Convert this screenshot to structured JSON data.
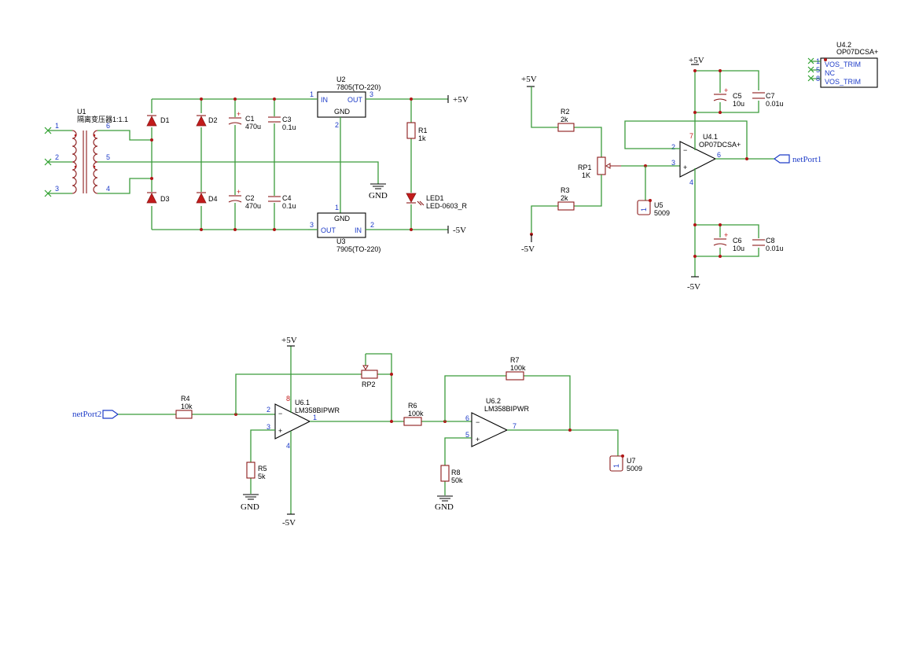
{
  "transformer": {
    "ref": "U1",
    "value": "隔离变压器1:1.1",
    "pins": [
      "1",
      "2",
      "3",
      "6",
      "5",
      "4"
    ]
  },
  "diodes": [
    "D1",
    "D2",
    "D3",
    "D4"
  ],
  "caps": {
    "C1": {
      "ref": "C1",
      "value": "470u"
    },
    "C2": {
      "ref": "C2",
      "value": "470u"
    },
    "C3": {
      "ref": "C3",
      "value": "0.1u"
    },
    "C4": {
      "ref": "C4",
      "value": "0.1u"
    },
    "C5": {
      "ref": "C5",
      "value": "10u"
    },
    "C6": {
      "ref": "C6",
      "value": "10u"
    },
    "C7": {
      "ref": "C7",
      "value": "0.01u"
    },
    "C8": {
      "ref": "C8",
      "value": "0.01u"
    }
  },
  "regulators": {
    "U2": {
      "ref": "U2",
      "value": "7805(TO-220)",
      "in": "IN",
      "out": "OUT",
      "gnd": "GND",
      "pin_in": "1",
      "pin_out": "3",
      "pin_gnd": "2"
    },
    "U3": {
      "ref": "U3",
      "value": "7905(TO-220)",
      "in": "IN",
      "out": "OUT",
      "gnd": "GND",
      "pin_in": "2",
      "pin_out": "3",
      "pin_gnd": "1"
    }
  },
  "resistors": {
    "R1": {
      "ref": "R1",
      "value": "1k"
    },
    "R2": {
      "ref": "R2",
      "value": "2k"
    },
    "R3": {
      "ref": "R3",
      "value": "2k"
    },
    "R4": {
      "ref": "R4",
      "value": "10k"
    },
    "R5": {
      "ref": "R5",
      "value": "5k"
    },
    "R6": {
      "ref": "R6",
      "value": "100k"
    },
    "R7": {
      "ref": "R7",
      "value": "100k"
    },
    "R8": {
      "ref": "R8",
      "value": "50k"
    }
  },
  "pots": {
    "RP1": {
      "ref": "RP1",
      "value": "1K"
    },
    "RP2": {
      "ref": "RP2"
    }
  },
  "led": {
    "ref": "LED1",
    "value": "LED-0603_R"
  },
  "opamps": {
    "U4_1": {
      "ref": "U4.1",
      "value": "OP07DCSA+",
      "pin_inv": "2",
      "pin_noninv": "3",
      "pin_out": "6",
      "pin_vp": "7",
      "pin_vn": "4"
    },
    "U6_1": {
      "ref": "U6.1",
      "value": "LM358BIPWR",
      "pin_inv": "2",
      "pin_noninv": "3",
      "pin_out": "1",
      "pin_vp": "8",
      "pin_vn": "4"
    },
    "U6_2": {
      "ref": "U6.2",
      "value": "LM358BIPWR",
      "pin_inv": "6",
      "pin_noninv": "5",
      "pin_out": "7"
    }
  },
  "u4_2": {
    "ref": "U4.2",
    "value": "OP07DCSA+",
    "pins": [
      "1",
      "5",
      "8"
    ],
    "labels": [
      "VOS_TRIM",
      "NC",
      "VOS_TRIM"
    ]
  },
  "testpoints": {
    "U5": {
      "ref": "U5",
      "value": "5009",
      "pin": "1"
    },
    "U7": {
      "ref": "U7",
      "value": "5009",
      "pin": "1"
    }
  },
  "power": {
    "pos": "+5V",
    "neg": "-5V",
    "gnd": "GND"
  },
  "net_ports": {
    "port1": "netPort1",
    "port2": "netPort2"
  },
  "symbols": {
    "op_minus": "−",
    "op_plus": "+",
    "cap_plus": "+"
  }
}
